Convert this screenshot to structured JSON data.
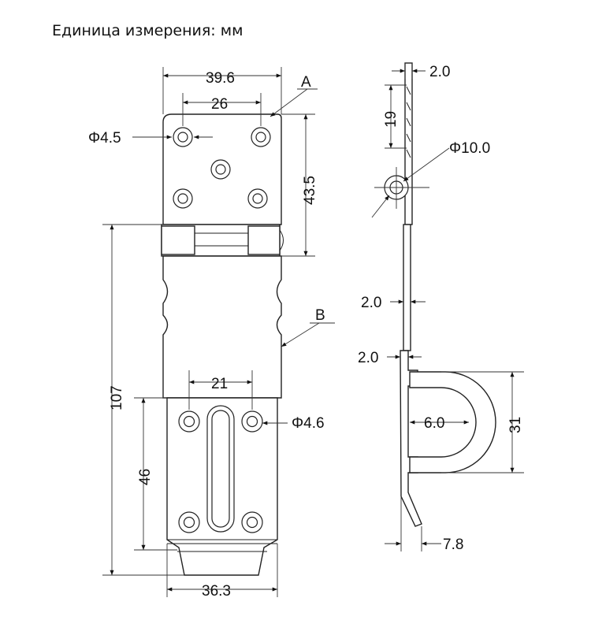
{
  "caption": "Единица измерения: мм",
  "labels": {
    "w_top": "39.6",
    "w_holes_top": "26",
    "hole_top": "Φ4.5",
    "callout_a": "A",
    "h_top": "43.5",
    "h_total": "107",
    "callout_b": "B",
    "w_holes_bottom": "21",
    "hole_bottom": "Φ4.6",
    "h_bottom": "46",
    "w_bottom": "36.3",
    "t_top": "2.0",
    "h_slot": "19",
    "d_pin": "Φ10.0",
    "t_mid": "2.0",
    "t_low": "2.0",
    "loop_w": "6.0",
    "loop_h": "31",
    "tail": "7.8"
  }
}
